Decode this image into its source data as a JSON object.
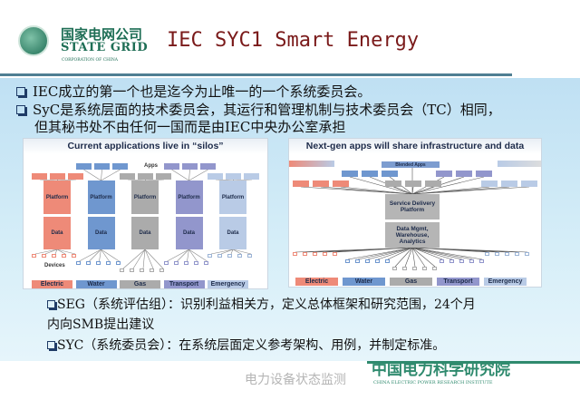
{
  "logo": {
    "cn": "国家电网公司",
    "en": "STATE GRID",
    "sub": "CORPORATION OF CHINA"
  },
  "title": "IEC SYC1 Smart Energy",
  "bullets": [
    "IEC成立的第一个也是迄今为止唯一的一个系统委员会。",
    "SyC是系统层面的技术委员会，其运行和管理机制与技术委员会（TC）相同，",
    "但其秘书处不由任何一国而是由IEC中央办公室承担"
  ],
  "left_diagram": {
    "title": "Current applications live in “silos”",
    "apps": "Apps",
    "devices": "Devices",
    "platform": "Platform",
    "data": "Data",
    "sectors": [
      {
        "name": "Electric",
        "color": "#ee8a78"
      },
      {
        "name": "Water",
        "color": "#6f97cf"
      },
      {
        "name": "Gas",
        "color": "#ababab"
      },
      {
        "name": "Transport",
        "color": "#9296cc"
      },
      {
        "name": "Emergency",
        "color": "#b9cbe6"
      }
    ]
  },
  "right_diagram": {
    "title": "Next-gen apps will share infrastructure and data",
    "blended": "Blended Apps",
    "service": "Service Delivery Platform",
    "datamgmt": "Data Mgmt, Warehouse, Analytics",
    "sectors": [
      "Electric",
      "Water",
      "Gas",
      "Transport",
      "Emergency"
    ]
  },
  "sub_bullets": [
    "SEG（系统评估组）：识别利益相关方，定义总体框架和研究范围，24个月",
    "内向SMB提出建议",
    "SYC（系统委员会）：在系统层面定义参考架构、用例，并制定标准。"
  ],
  "footer": {
    "cn": "中国电力科学研究院",
    "en": "CHINA ELECTRIC POWER RESEARCH INSTITUTE",
    "watermark": "电力设备状态监测"
  }
}
